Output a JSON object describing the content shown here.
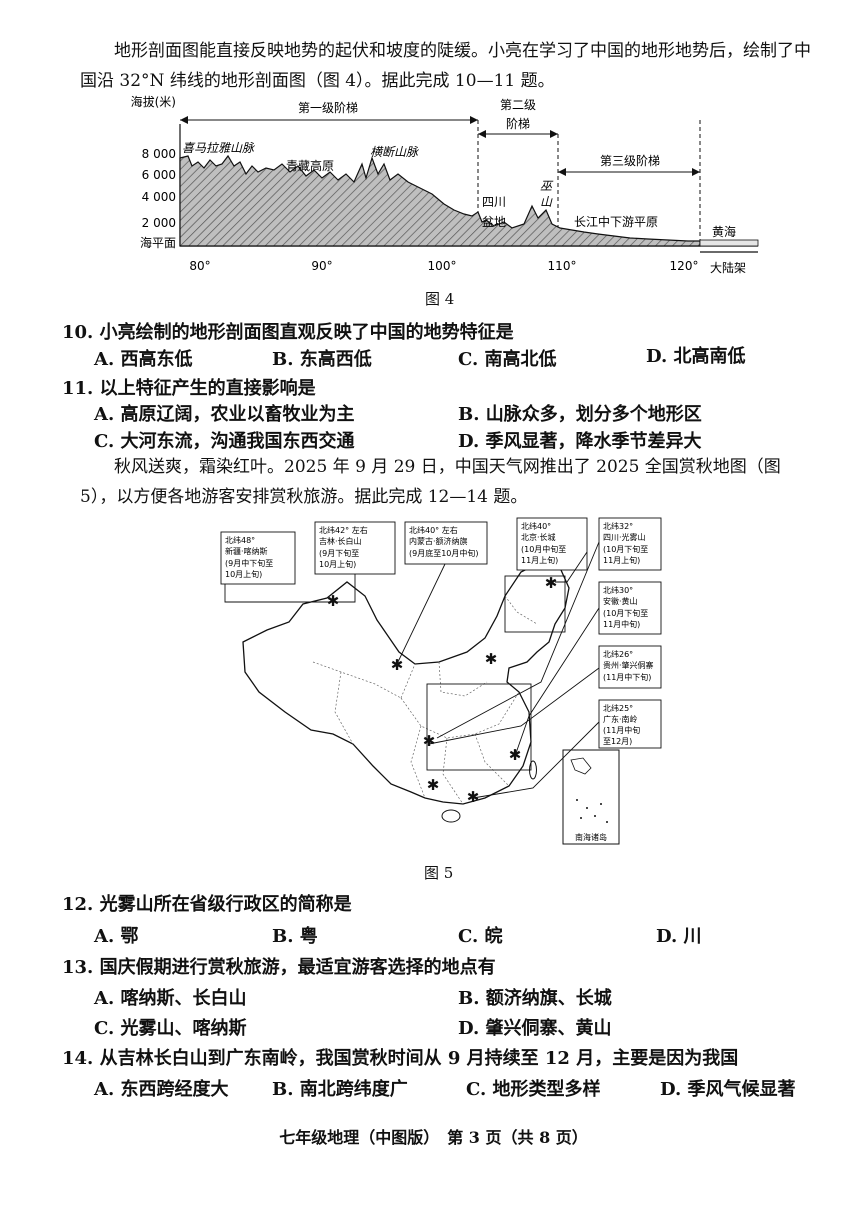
{
  "intro1": "地形剖面图能直接反映地势的起伏和坡度的陡缓。小亮在学习了中国的地形地势后，绘制了中国沿 32°N 纬线的地形剖面图（图 4）。据此完成 10—11 题。",
  "fig4": {
    "caption": "图 4",
    "ylabel": "海拔(米)",
    "yticks": [
      "8 000",
      "6 000",
      "4 000",
      "2 000",
      "海平面"
    ],
    "xticks": [
      "80°",
      "90°",
      "100°",
      "110°",
      "120°"
    ],
    "ladders": [
      "第一级阶梯",
      "第二级",
      "阶梯",
      "第三级阶梯"
    ],
    "features": [
      "喜马拉雅山脉",
      "青藏高原",
      "横断山脉",
      "四川",
      "盆地",
      "巫",
      "山",
      "长江中下游平原",
      "黄海",
      "大陆架"
    ]
  },
  "q10": {
    "stem": "10. 小亮绘制的地形剖面图直观反映了中国的地势特征是",
    "options": [
      "A. 西高东低",
      "B. 东高西低",
      "C. 南高北低",
      "D. 北高南低"
    ]
  },
  "q11": {
    "stem": "11. 以上特征产生的直接影响是",
    "options": [
      "A. 高原辽阔，农业以畜牧业为主",
      "B. 山脉众多，划分多个地形区",
      "C. 大河东流，沟通我国东西交通",
      "D. 季风显著，降水季节差异大"
    ]
  },
  "intro2": "秋风送爽，霜染红叶。2025 年 9 月 29 日，中国天气网推出了 2025 全国赏秋地图（图 5），以方便各地游客安排赏秋旅游。据此完成 12—14 题。",
  "fig5": {
    "caption": "图 5",
    "inset": "南海诸岛",
    "labels": [
      [
        "北纬48°",
        "新疆·喀纳斯",
        "(9月中下旬至",
        "10月上旬)"
      ],
      [
        "北纬42° 左右",
        "吉林·长白山",
        "(9月下旬至",
        "10月上旬)"
      ],
      [
        "北纬40° 左右",
        "内蒙古·额济纳旗",
        "(9月底至10月中旬)"
      ],
      [
        "北纬40°",
        "北京·长城",
        "(10月中旬至",
        "11月上旬)"
      ],
      [
        "北纬32°",
        "四川·光雾山",
        "(10月下旬至",
        "11月上旬)"
      ],
      [
        "北纬30°",
        "安徽·黄山",
        "(10月下旬至",
        "11月中旬)"
      ],
      [
        "北纬26°",
        "贵州·肇兴侗寨",
        "(11月中下旬)"
      ],
      [
        "北纬25°",
        "广东·南岭",
        "(11月中旬",
        "至12月)"
      ]
    ]
  },
  "q12": {
    "stem": "12. 光雾山所在省级行政区的简称是",
    "options": [
      "A. 鄂",
      "B. 粤",
      "C. 皖",
      "D. 川"
    ]
  },
  "q13": {
    "stem": "13. 国庆假期进行赏秋旅游，最适宜游客选择的地点有",
    "options": [
      "A. 喀纳斯、长白山",
      "B. 额济纳旗、长城",
      "C. 光雾山、喀纳斯",
      "D. 肇兴侗寨、黄山"
    ]
  },
  "q14": {
    "stem": "14. 从吉林长白山到广东南岭，我国赏秋时间从 9 月持续至 12 月，主要是因为我国",
    "options": [
      "A. 东西跨经度大",
      "B. 南北跨纬度广",
      "C. 地形类型多样",
      "D. 季风气候显著"
    ]
  },
  "footer": "七年级地理（中图版）　第 3 页（共 8 页）"
}
